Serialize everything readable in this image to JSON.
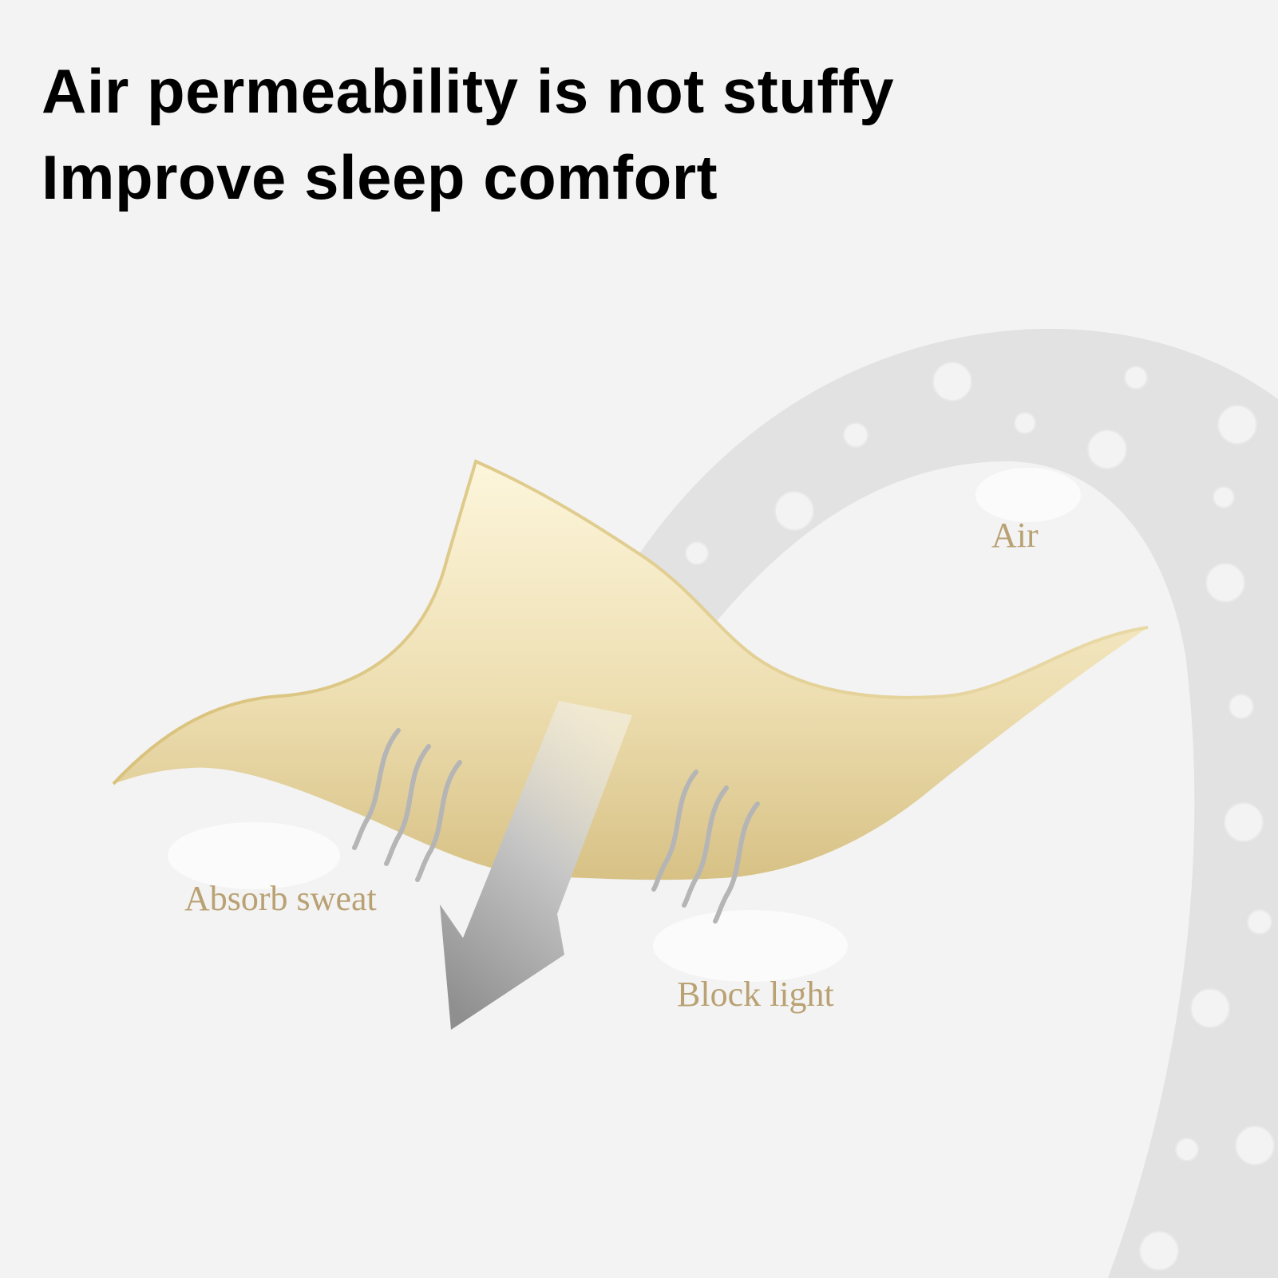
{
  "headline": {
    "line1": "Air permeability is not stuffy",
    "line2": "Improve sleep comfort"
  },
  "labels": {
    "air": "Air",
    "absorb_sweat": "Absorb sweat",
    "block_light": "Block light"
  },
  "colors": {
    "background": "#f3f3f3",
    "fabric_gold_top": "#fbf3d8",
    "fabric_gold_bottom": "#d8c38a",
    "air_band": "#e1e1e1",
    "label_text": "#b9a173",
    "heading_text": "#000000"
  }
}
